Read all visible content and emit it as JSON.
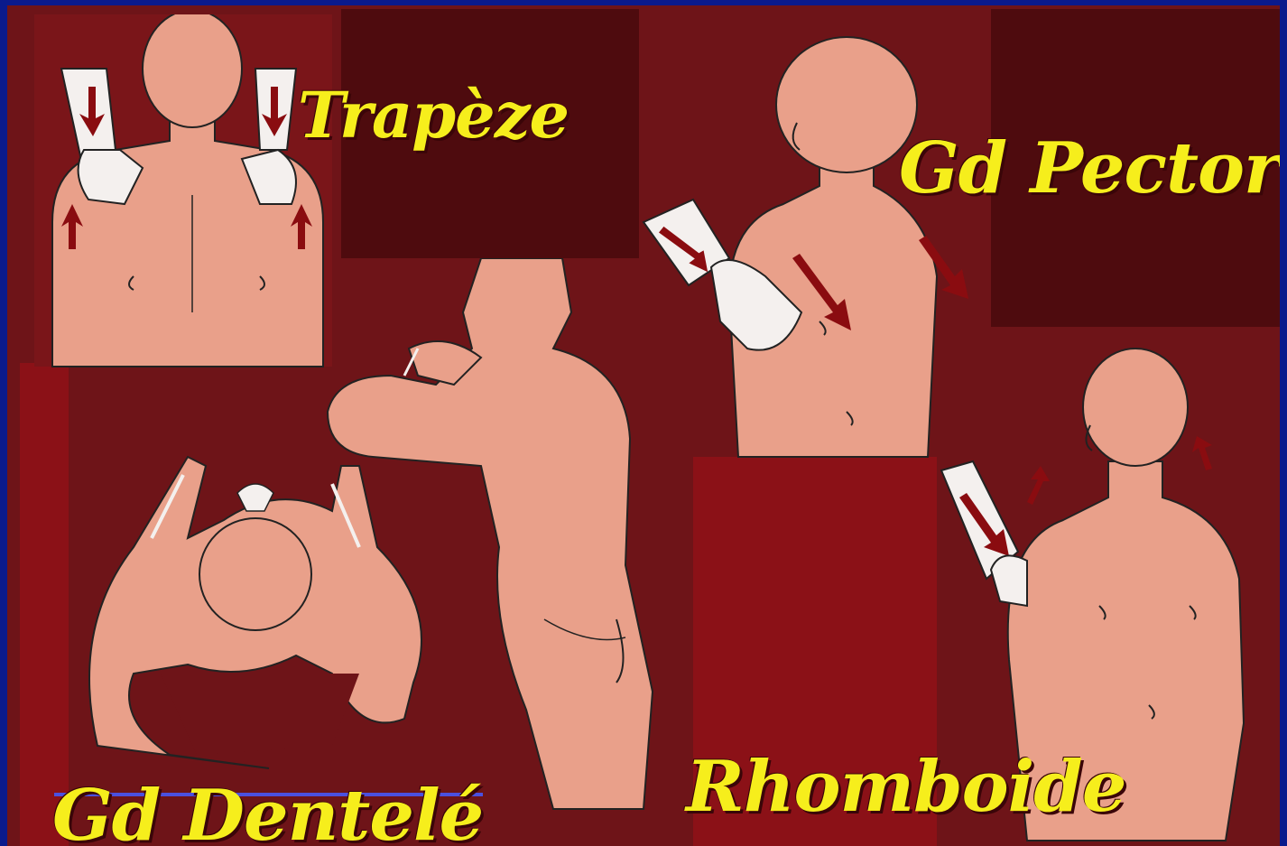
{
  "labels": {
    "trapeze": "Trapèze",
    "pectoral": "Gd Pectora",
    "dentele": "Gd Dentelé",
    "rhomboide": "Rhomboide"
  },
  "colors": {
    "background": "#6e1418",
    "frame": "#0a1a8c",
    "skin": "#e9a08a",
    "arrow": "#8a0c10",
    "hand": "#f4f0ee",
    "label": "#f6ee1c"
  }
}
